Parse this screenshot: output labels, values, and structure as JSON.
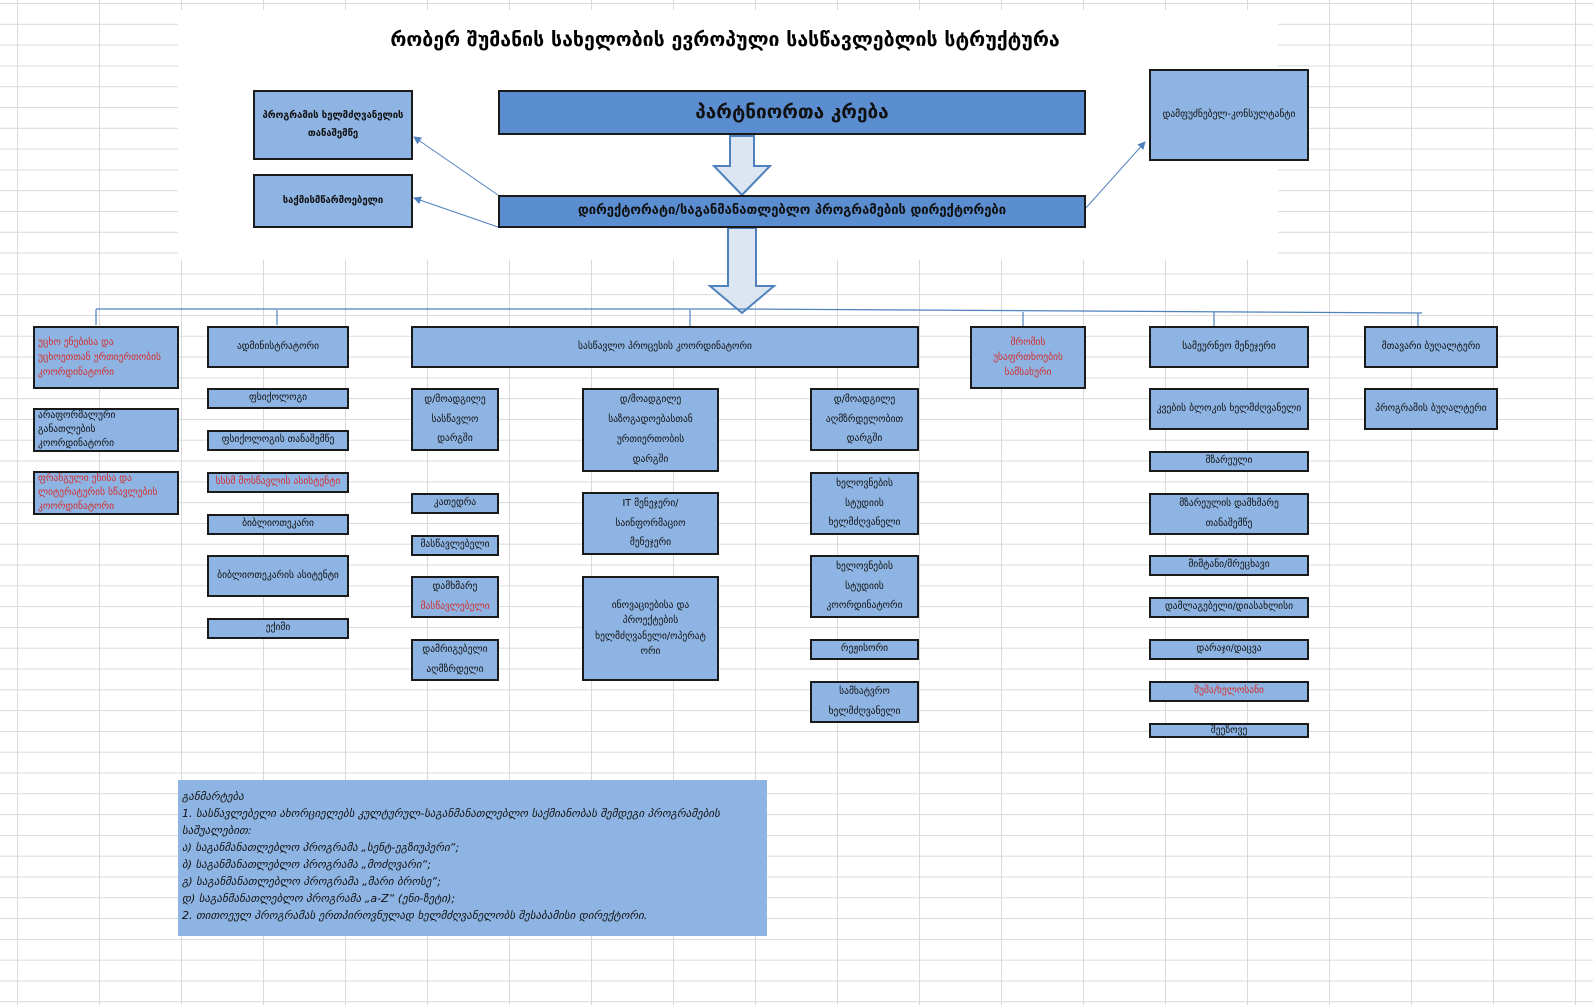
{
  "title": "რობერ შუმანის სახელობის ევროპული სასწავლებლის სტრუქტურა",
  "top": {
    "assembly": "პარტნიორთა კრება",
    "directorate": "დირექტორატი/საგანმანათლებლო პროგრამების დირექტორები",
    "program_manager_assistant": "პროგრამის ხელმძღვანელის\nთანაშემწე",
    "clerk": "საქმისმწარმოებელი",
    "founder_consultant": "დამფუძნებელ-კონსულტანტი"
  },
  "columns": {
    "foreign_lang": {
      "head": "უცხო ენებისა და\nუცხოეთთან ურთიერთობის\nკოორდინატორი",
      "items": [
        "არაფორმალური\nგანათლების\nკოორდინატორი",
        "ფრანგული ენისა და\nლიტერატურის სწავლების\nკოორდინატორი"
      ]
    },
    "admin": {
      "head": "ადმინისტრატორი",
      "items": [
        "ფსიქოლოგი",
        "ფსიქოლოგის თანაშემწე",
        "სსსმ მოსწავლის ასისტენტი",
        "ბიბლიოთეკარი",
        "ბიბლიოთეკარის ასიტენტი",
        "ექიმი"
      ]
    },
    "learning": {
      "head": "სასწავლო პროცესის კოორდინატორი",
      "col1": [
        "დ/მოადგილე\nსასწავლო\nდარგში",
        "კათედრა",
        "მასწავლებელი",
        "დამხმარე\nმასწავლებელი",
        "დამრიგებელი\nაღმზრდელი"
      ],
      "col2": [
        "დ/მოადგილე\nსაზოგადოებასთან\nურთიერთობის\nდარგში",
        "IT მენეჯერი/\nსაინფორმაციო\nმენეჯერი",
        "ინოვაციებისა და\nპროექტების\nხელმძღვანელი/ოპერატ\nორი"
      ],
      "col3": [
        "დ/მოადგილე\nაღმზრდელობით\nდარგში",
        "ხელოვნების\nსტუდიის\nხელმძღვანელი",
        "ხელოვნების\nსტუდიის\nკოორდინატორი",
        "რეჟისორი",
        "სამხატვრო\nხელმძღვანელი"
      ]
    },
    "labor": {
      "head": "შრომის\nუსაფრთხოების\nსამსახური"
    },
    "economic": {
      "head": "სამეურნეო მენეჯერი",
      "items": [
        "კვების ბლოკის ხელმძღვანელი",
        "მზარეული",
        "მზარეულის დამხმარე\nთანაშემწე",
        "მიმტანი/მრეცხავი",
        "დამლაგებელი/დიასახლისი",
        "დარაჯი/დაცვა",
        "მუშა/ხელოსანი",
        "მეეზოვე"
      ]
    },
    "accounting": {
      "head": "მთავარი ბუღალტერი",
      "items": [
        "პროგრამის ბუღალტერი"
      ]
    }
  },
  "note": [
    "განმარტება",
    "1. სასწავლებელი ახორციელებს კულტურულ-საგანმანათლებლო საქმიანობას შემდეგი პროგრამების",
    "საშუალებით:",
    "ა) საგანმანათლებლო პროგრამა „სენტ-ეგზიუპერი“;",
    "ბ) საგანმანათლებლო პროგრამა „მოძღვარი“;",
    "გ) საგანმანათლებლო პროგრამა „მარი ბროსე“;",
    "დ) საგანმანათლებლო პროგრამა „a-Z“ (ენი-ზეტი);",
    "2. თითოეულ პროგრამას ერთპიროვნულად ხელმძღვანელობს შესაბამისი დირექტორი."
  ],
  "colors": {
    "box_fill": "#8eb4e3",
    "header_fill": "#5a8ed1",
    "connector": "#4f81bd",
    "red_text": "#d32f2f"
  }
}
